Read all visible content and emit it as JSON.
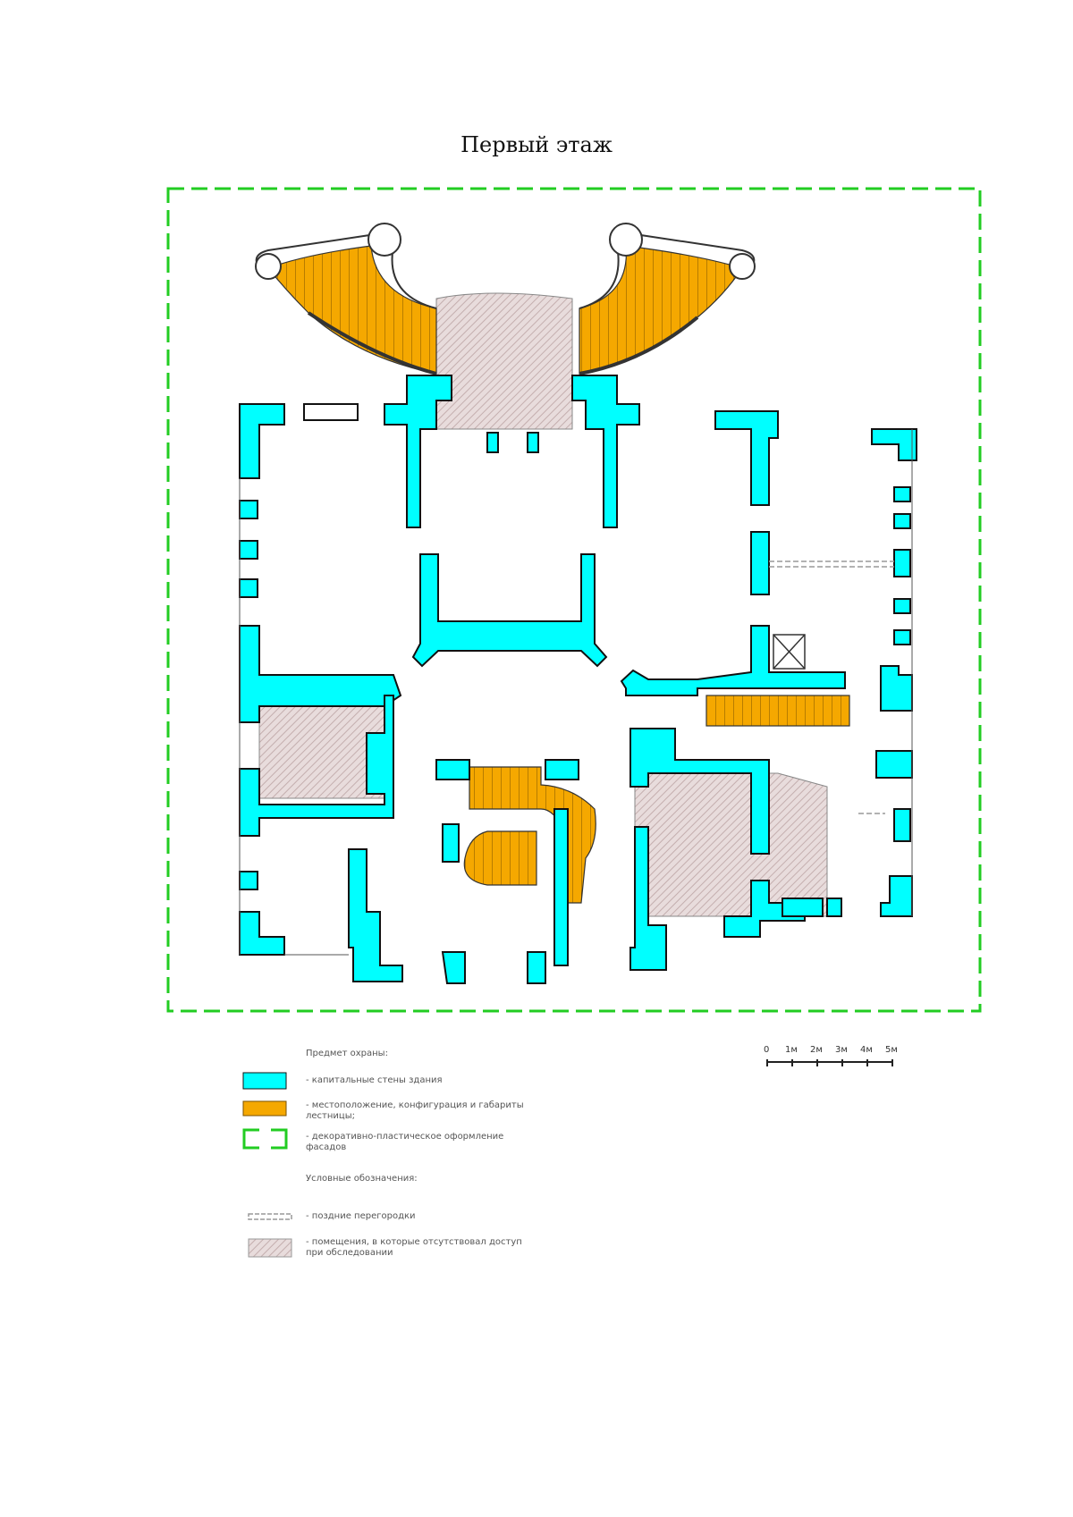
{
  "title": "Первый этаж",
  "colors": {
    "wall": "#00ffff",
    "stair": "#f5a800",
    "boundary": "#22cc22",
    "hatch": "#d9c8c8",
    "outline": "#111111"
  },
  "legend": {
    "protected_heading": "Предмет охраны:",
    "walls": "- капитальные стены здания",
    "stairs_line1": "- местоположение, конфигурация и габариты",
    "stairs_line2": "лестницы;",
    "facades_line1": "- декоративно-пластическое оформление",
    "facades_line2": "фасадов",
    "symbols_heading": "Условные обозначения:",
    "partitions": "- поздние перегородки",
    "no_access_line1": "- помещения, в которые отсутствовал доступ",
    "no_access_line2": "при обследовании"
  },
  "scale_bar": {
    "labels": [
      "0",
      "1м",
      "2м",
      "3м",
      "4м",
      "5м"
    ]
  }
}
